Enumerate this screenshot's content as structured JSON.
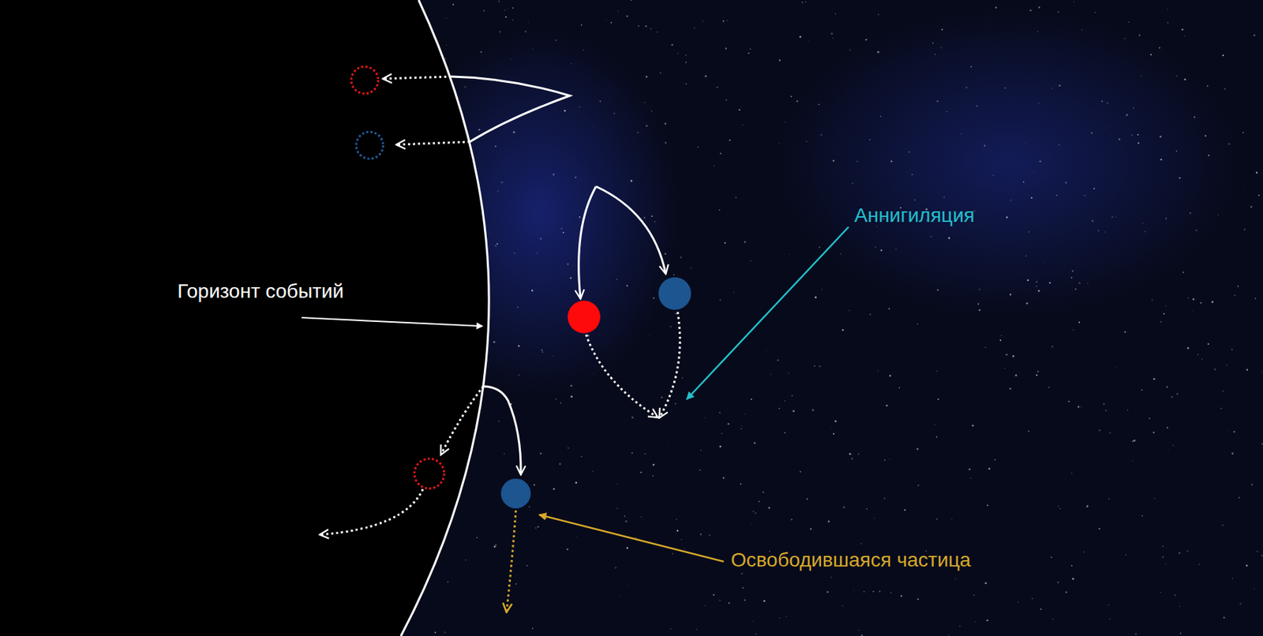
{
  "diagram": {
    "labels": [
      "Горизонт событий",
      "Аннигиляция",
      "Освободившаяся частица"
    ]
  }
}
